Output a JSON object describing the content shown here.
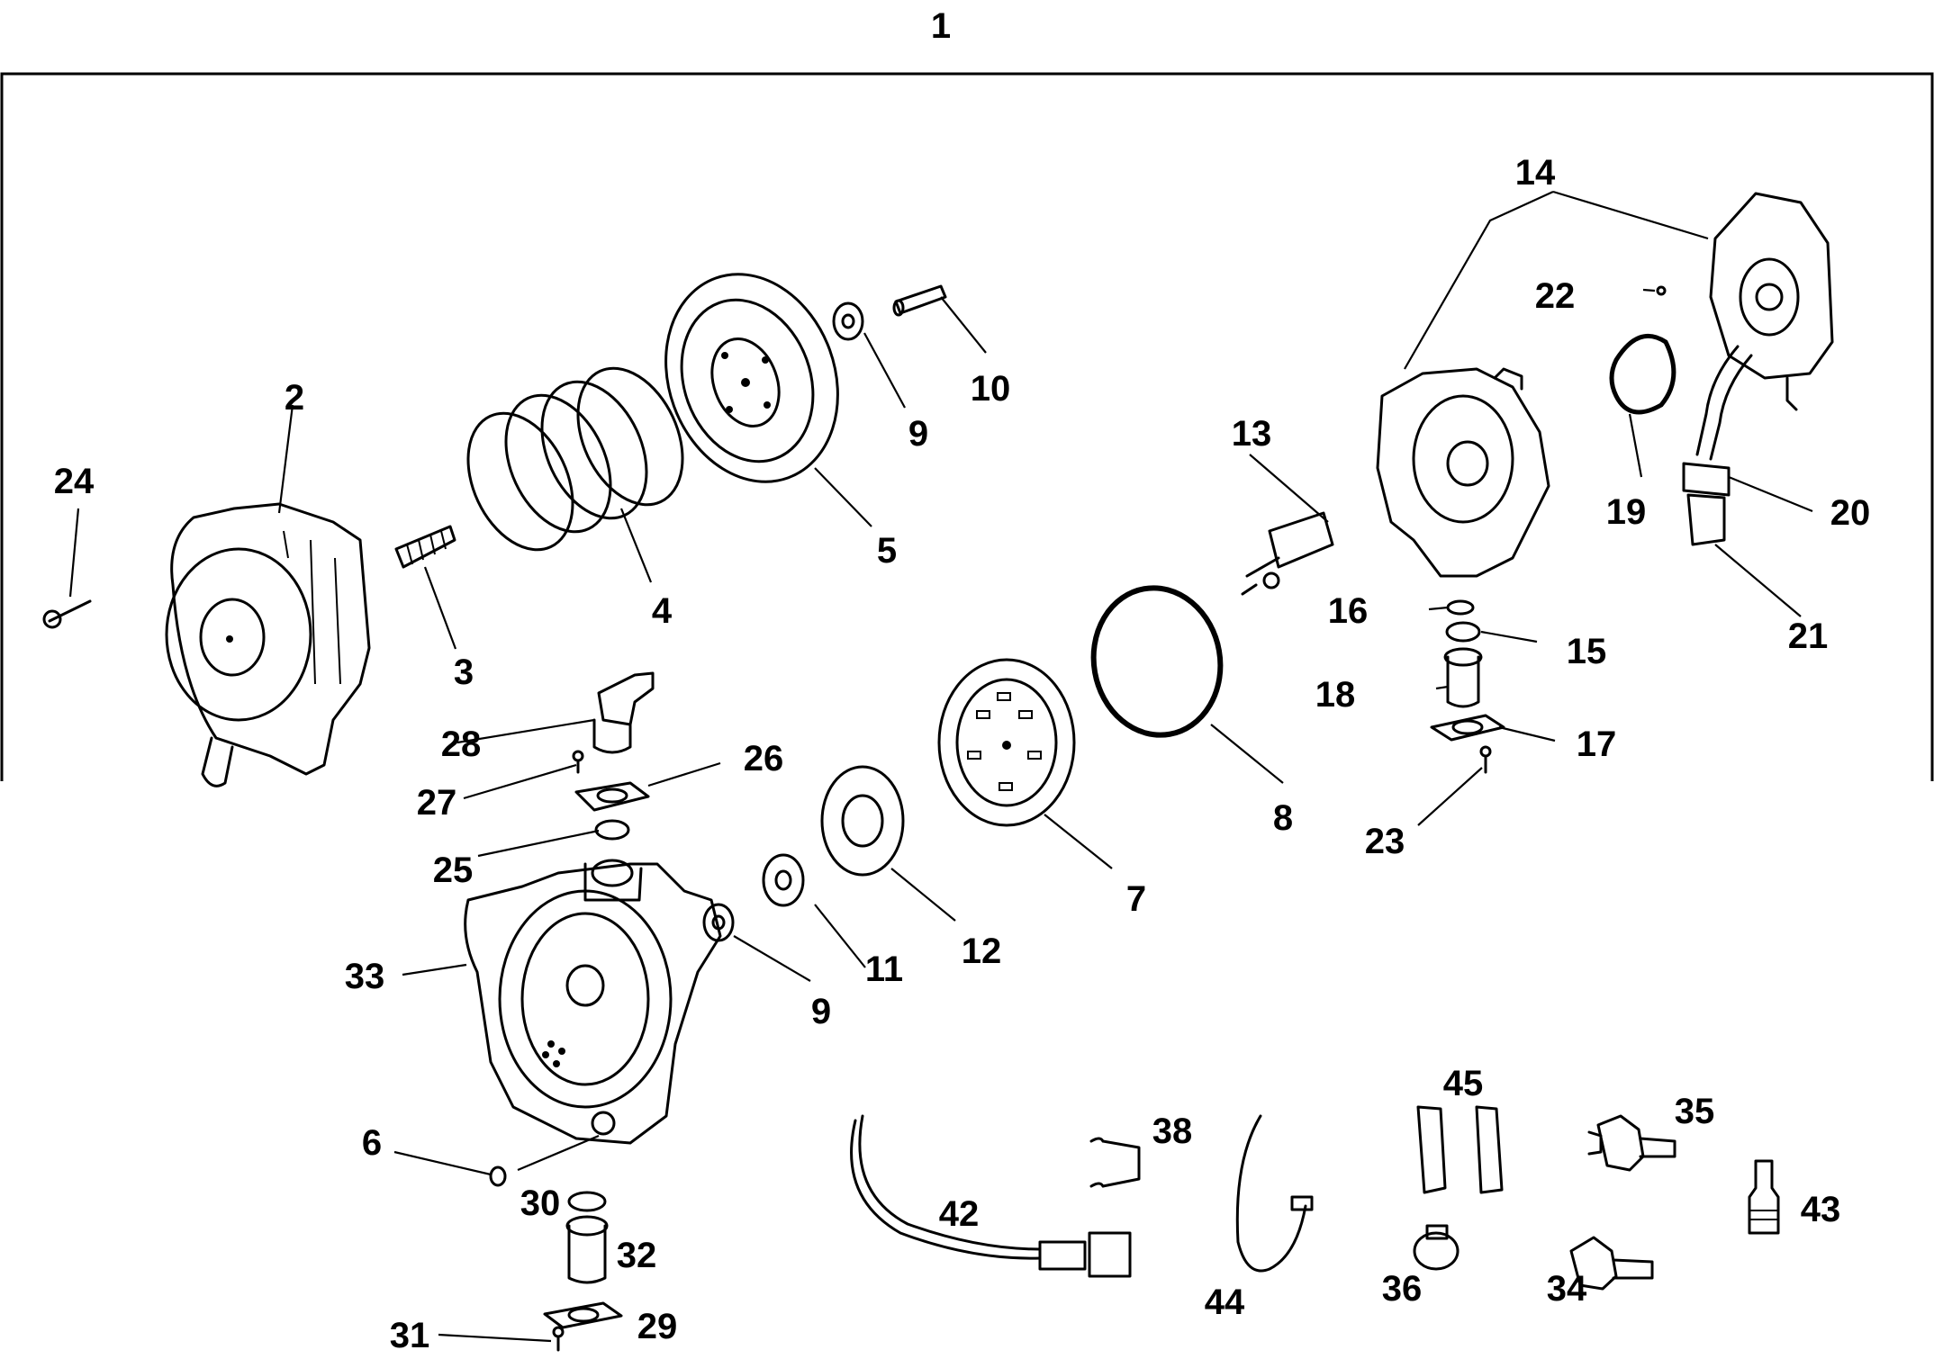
{
  "callouts": {
    "c1": "1",
    "c2": "2",
    "c3": "3",
    "c4": "4",
    "c5": "5",
    "c6": "6",
    "c7": "7",
    "c8": "8",
    "c9a": "9",
    "c9b": "9",
    "c10": "10",
    "c11": "11",
    "c12": "12",
    "c13": "13",
    "c14": "14",
    "c15": "15",
    "c16": "16",
    "c17": "17",
    "c18": "18",
    "c19": "19",
    "c20": "20",
    "c21": "21",
    "c22": "22",
    "c23": "23",
    "c24": "24",
    "c25": "25",
    "c26": "26",
    "c27": "27",
    "c28": "28",
    "c29": "29",
    "c30": "30",
    "c31": "31",
    "c32": "32",
    "c33": "33",
    "c34": "34",
    "c35": "35",
    "c36": "36",
    "c38": "38",
    "c42": "42",
    "c43": "43",
    "c44": "44",
    "c45": "45"
  }
}
